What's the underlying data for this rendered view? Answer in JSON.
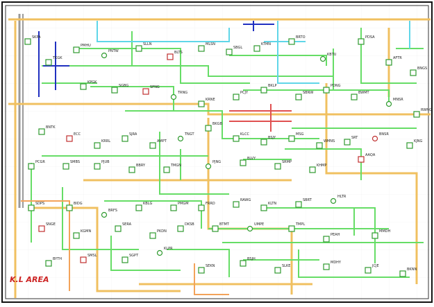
{
  "area_label": "K.L AREA",
  "colors": {
    "frame": "#111111",
    "busbar_275kv": "#f0c060",
    "busbar_132kv": "#66dd66",
    "line_blue": "#3b78d8",
    "line_cyan": "#5fd6e8",
    "line_red": "#e05050",
    "line_orange": "#f3a35a",
    "line_gray": "#9a9a9a",
    "node_fill": "#ffffff",
    "node_stroke_green": "#2e9a2e",
    "node_stroke_red": "#c03030",
    "node_stroke_blue": "#2030c0",
    "area_text": "#cc2222"
  },
  "stations": [
    "SKPA",
    "TKGK",
    "PMHU",
    "PNTW",
    "SLLN",
    "BLTS",
    "MLSN",
    "SBGL",
    "KTMN",
    "BRTO",
    "KBTU",
    "PDSA",
    "AFTR",
    "BNGS",
    "KPGK",
    "SGBG",
    "SPNG",
    "TRNG",
    "KRNE",
    "PCJY",
    "BKLP",
    "SBNW",
    "PDNG",
    "BWMT",
    "MNSR",
    "RWNG",
    "BNTK",
    "ECC",
    "KRRL",
    "SJRA",
    "AMPT",
    "TNGT",
    "BKGB",
    "KLCC",
    "BSJY",
    "MSG",
    "WMNS",
    "SRT",
    "BNSR",
    "KJNG",
    "PCGR",
    "SMBS",
    "PJUB",
    "BBRY",
    "TMGN",
    "PJNG",
    "BLVY",
    "SRMP",
    "KHMP",
    "AAQA",
    "SDPS",
    "BIDG",
    "BRFS",
    "KBLG",
    "PMGM",
    "FRRD",
    "RAWG",
    "KLTN",
    "SBRT",
    "HLTR",
    "SNGE",
    "KGMN",
    "SERA",
    "PKDN",
    "DKSB",
    "BTMT",
    "UMPE",
    "TMPL",
    "PEAH",
    "MMDH",
    "BYTH",
    "SMSL",
    "SGPT",
    "KLPR",
    "SEKN",
    "BSJH",
    "SLKE",
    "MDHY",
    "JCJE",
    "BKNN"
  ]
}
